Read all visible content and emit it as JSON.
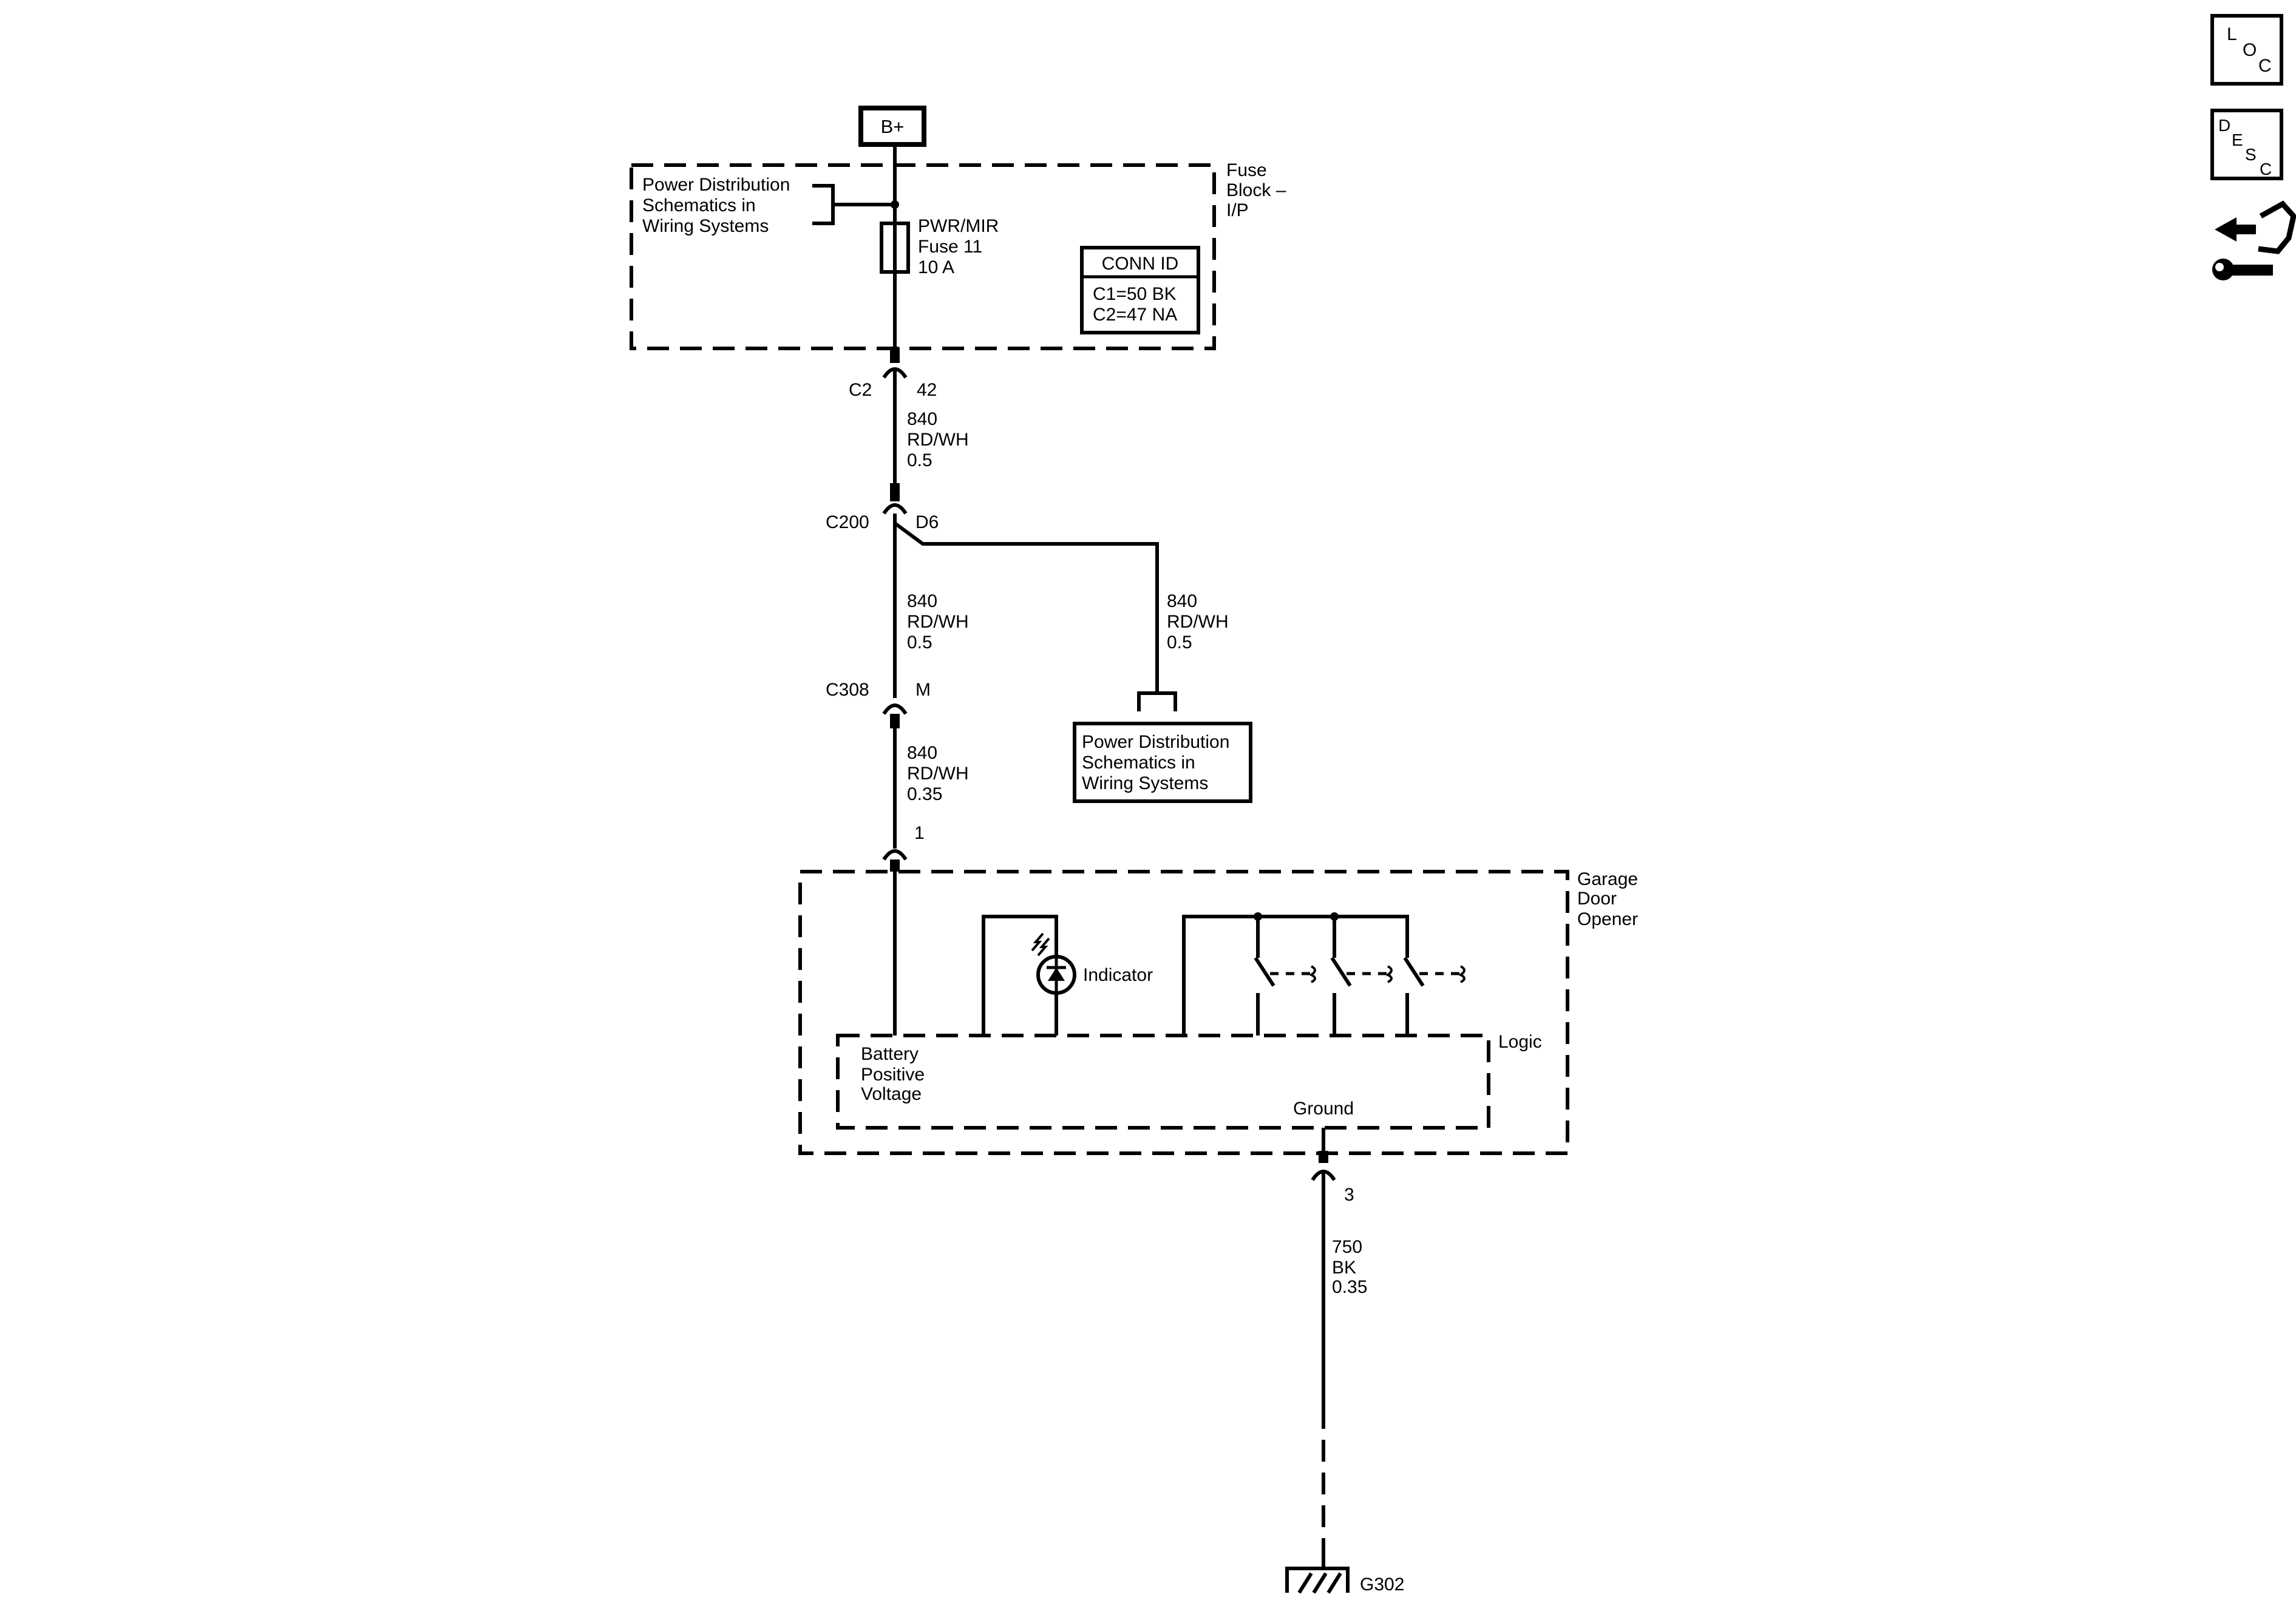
{
  "power_source": {
    "label": "B+"
  },
  "fuse_block": {
    "name_lines": [
      "Fuse",
      "Block –",
      "I/P"
    ],
    "ref_lines": [
      "Power Distribution",
      "Schematics in",
      "Wiring  Systems"
    ],
    "fuse_lines": [
      "PWR/MIR",
      "Fuse 11",
      "10 A"
    ],
    "conn_id": {
      "header": "CONN ID",
      "rows": [
        "C1=50 BK",
        "C2=47 NA"
      ]
    }
  },
  "connectors": {
    "c2": {
      "name": "C2",
      "pin": "42"
    },
    "c200": {
      "name": "C200",
      "pin": "D6"
    },
    "c308": {
      "name": "C308",
      "pin": "M"
    },
    "gdo_pin1": {
      "pin": "1"
    },
    "gdo_pin3": {
      "pin": "3"
    }
  },
  "wires": {
    "w1": [
      "840",
      "RD/WH",
      "0.5"
    ],
    "w2": [
      "840",
      "RD/WH",
      "0.5"
    ],
    "w_branch": [
      "840",
      "RD/WH",
      "0.5"
    ],
    "w3": [
      "840",
      "RD/WH",
      "0.35"
    ],
    "w_ground": [
      "750",
      "BK",
      "0.35"
    ]
  },
  "branch_ref": {
    "lines": [
      "Power Distribution",
      "Schematics in",
      "Wiring Systems"
    ]
  },
  "garage_door_opener": {
    "name_lines": [
      "Garage",
      "Door",
      "Opener"
    ],
    "indicator": "Indicator",
    "logic": "Logic",
    "battery_lines": [
      "Battery",
      "Positive",
      "Voltage"
    ],
    "ground": "Ground"
  },
  "ground_point": {
    "label": "G302"
  },
  "nav": {
    "loc": [
      "L",
      "O",
      "C"
    ],
    "desc": [
      "D",
      "E",
      "S",
      "C"
    ]
  }
}
